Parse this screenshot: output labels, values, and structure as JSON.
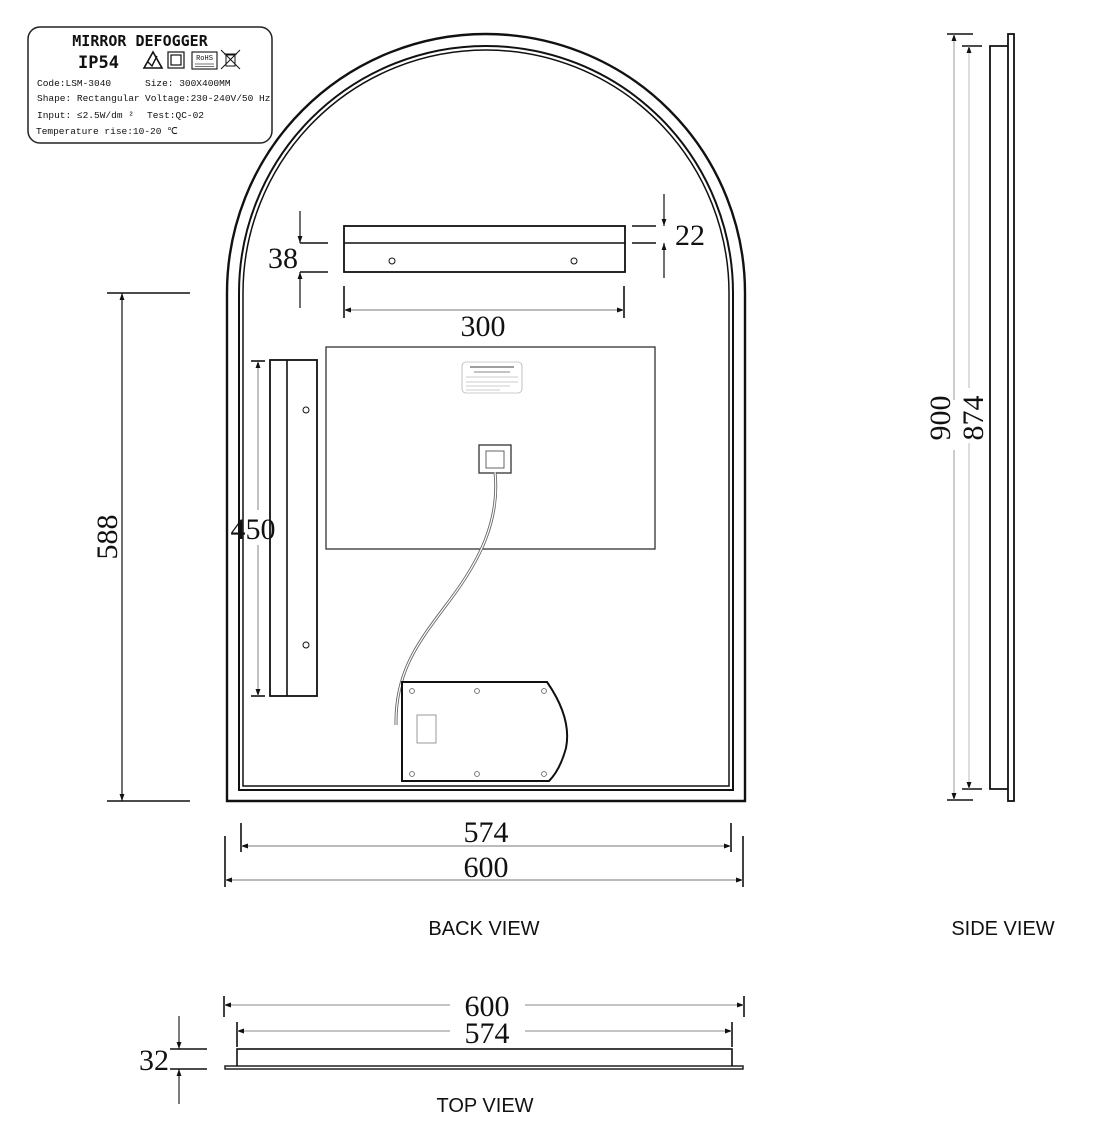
{
  "label": {
    "title": "MIRROR DEFOGGER",
    "rating": "IP54",
    "code": "Code:LSM-3040",
    "size": "Size: 300X400MM",
    "shape": "Shape: Rectangular",
    "voltage": "Voltage:230-240V/50 Hz",
    "input": "Input:  ≤2.5W/dm ²",
    "test": "Test:QC-02",
    "temperature": "Temperature rise:10-20 ℃",
    "icons": [
      "rcm-mark-icon",
      "double-insulation-icon",
      "rohs-compliant-icon",
      "weee-bin-icon"
    ],
    "rohs_text": "RoHS"
  },
  "back_view": {
    "title": "BACK VIEW",
    "dimensions": {
      "bracket_height": "38",
      "bracket_lip": "22",
      "bracket_width": "300",
      "side_bracket_height": "450",
      "straight_height": "588",
      "inner_width": "574",
      "outer_width": "600"
    }
  },
  "side_view": {
    "title": "SIDE VIEW",
    "dimensions": {
      "outer_height": "900",
      "inner_height": "874"
    }
  },
  "top_view": {
    "title": "TOP VIEW",
    "dimensions": {
      "outer_width": "600",
      "inner_width": "574",
      "depth": "32"
    }
  },
  "colors": {
    "line": "#111111",
    "dim_line": "#777777",
    "label_border": "#222222"
  }
}
